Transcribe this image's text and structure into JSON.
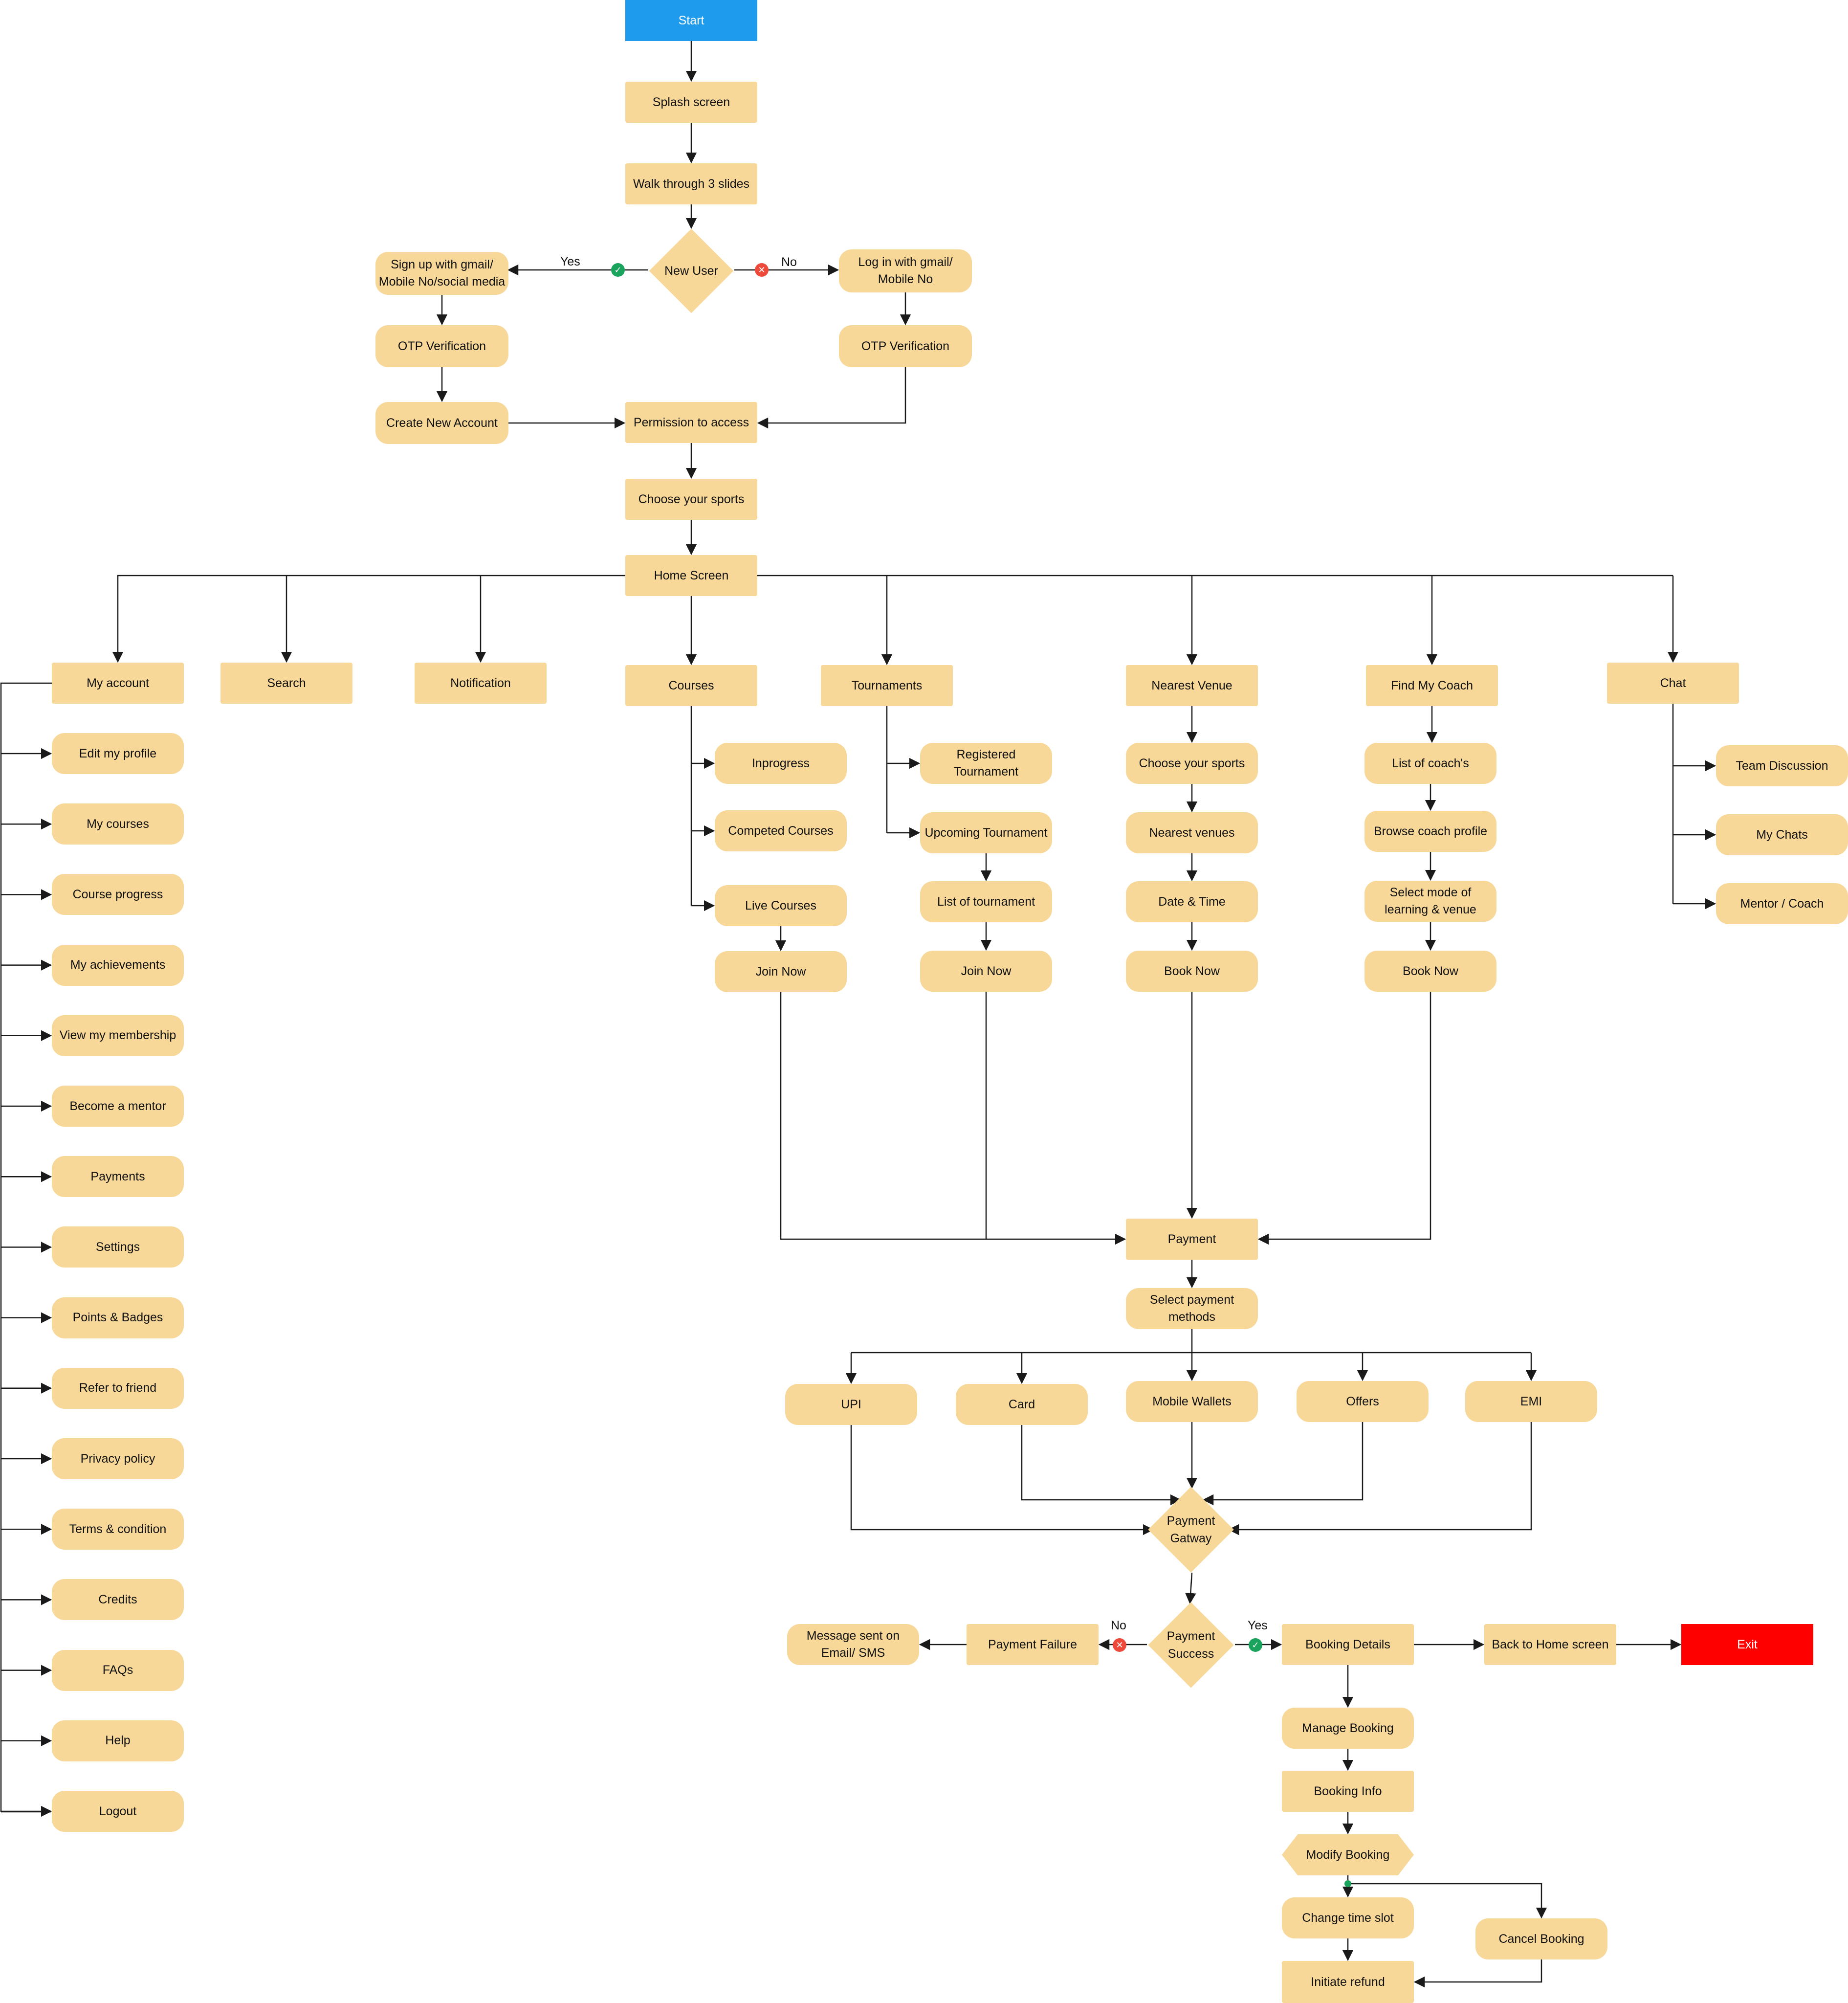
{
  "colors": {
    "node_fill": "#F7D899",
    "start_fill": "#1E9BEC",
    "exit_fill": "#FF0000",
    "yes_badge": "#1AA35C",
    "no_badge": "#EE4A3C",
    "line": "#1a1a1a"
  },
  "icons": {
    "yes": "check-circle-icon",
    "no": "x-circle-icon"
  },
  "nodes": {
    "start": "Start",
    "splash": "Splash screen",
    "walk": "Walk through 3 slides",
    "new_user": "New User",
    "signup": "Sign up with gmail/ Mobile No/social media",
    "login": "Log in with gmail/ Mobile No",
    "otp_left": "OTP Verification",
    "otp_right": "OTP Verification",
    "create_account": "Create New Account",
    "permission": "Permission to access",
    "choose_sports": "Choose your sports",
    "home": "Home Screen",
    "my_account": "My account",
    "search": "Search",
    "notification": "Notification",
    "courses": "Courses",
    "tournaments": "Tournaments",
    "nearest_venue": "Nearest Venue",
    "find_coach": "Find My Coach",
    "chat": "Chat",
    "account_items": [
      "Edit my profile",
      "My courses",
      "Course progress",
      "My achievements",
      "View my membership",
      "Become a mentor",
      "Payments",
      "Settings",
      "Points & Badges",
      "Refer to friend",
      "Privacy policy",
      "Terms & condition",
      "Credits",
      "FAQs",
      "Help",
      "Logout"
    ],
    "inprogress": "Inprogress",
    "competed": "Competed Courses",
    "live": "Live Courses",
    "join_courses": "Join Now",
    "registered": "Registered Tournament",
    "upcoming": "Upcoming Tournament",
    "list_tournament": "List of tournament",
    "join_tournament": "Join Now",
    "venue_sports": "Choose your sports",
    "nearest_venues": "Nearest venues",
    "date_time": "Date & Time",
    "book_venue": "Book Now",
    "list_coach": "List of coach's",
    "browse_coach": "Browse coach profile",
    "select_mode": "Select mode of learning & venue",
    "book_coach": "Book Now",
    "team_discussion": "Team Discussion",
    "my_chats": "My Chats",
    "mentor": "Mentor / Coach",
    "payment": "Payment",
    "select_payment": "Select payment methods",
    "upi": "UPI",
    "card": "Card",
    "wallets": "Mobile Wallets",
    "offers": "Offers",
    "emi": "EMI",
    "gateway": "Payment Gatway",
    "payment_success": "Payment Success",
    "payment_failure": "Payment Failure",
    "message_sent": "Message sent on Email/ SMS",
    "booking_details": "Booking Details",
    "back_home": "Back to Home screen",
    "exit": "Exit",
    "manage_booking": "Manage Booking",
    "booking_info": "Booking Info",
    "modify_booking": "Modify Booking",
    "change_slot": "Change time slot",
    "cancel_booking": "Cancel Booking",
    "initiate_refund": "Initiate refund"
  },
  "edge_labels": {
    "new_user_yes": "Yes",
    "new_user_no": "No",
    "success_yes": "Yes",
    "success_no": "No"
  }
}
